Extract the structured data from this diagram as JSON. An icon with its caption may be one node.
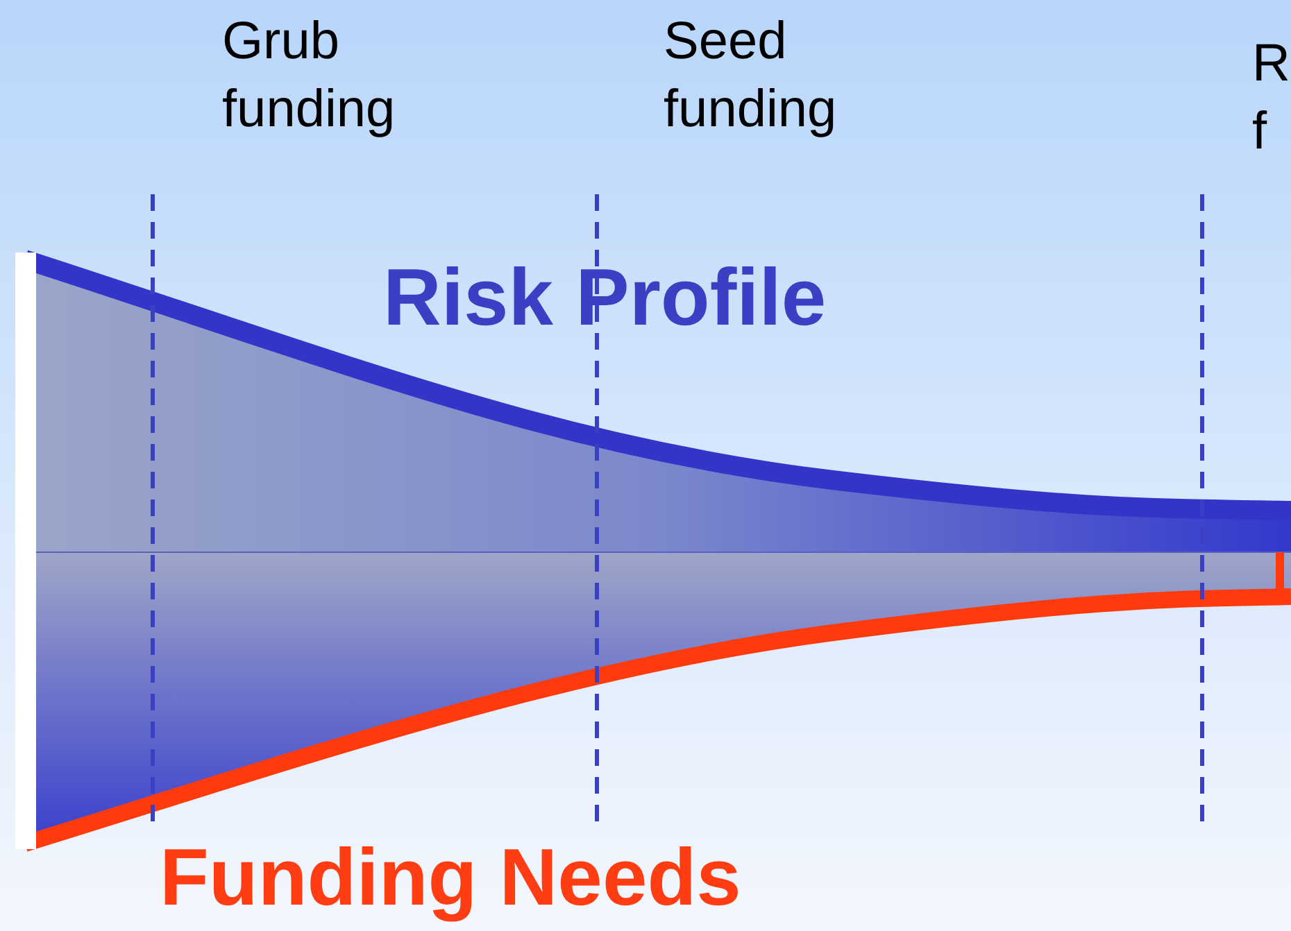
{
  "diagram": {
    "labels": [
      "Grub funding",
      "Seed funding",
      "R f",
      "Risk Profile",
      "Funding Needs"
    ]
  }
}
